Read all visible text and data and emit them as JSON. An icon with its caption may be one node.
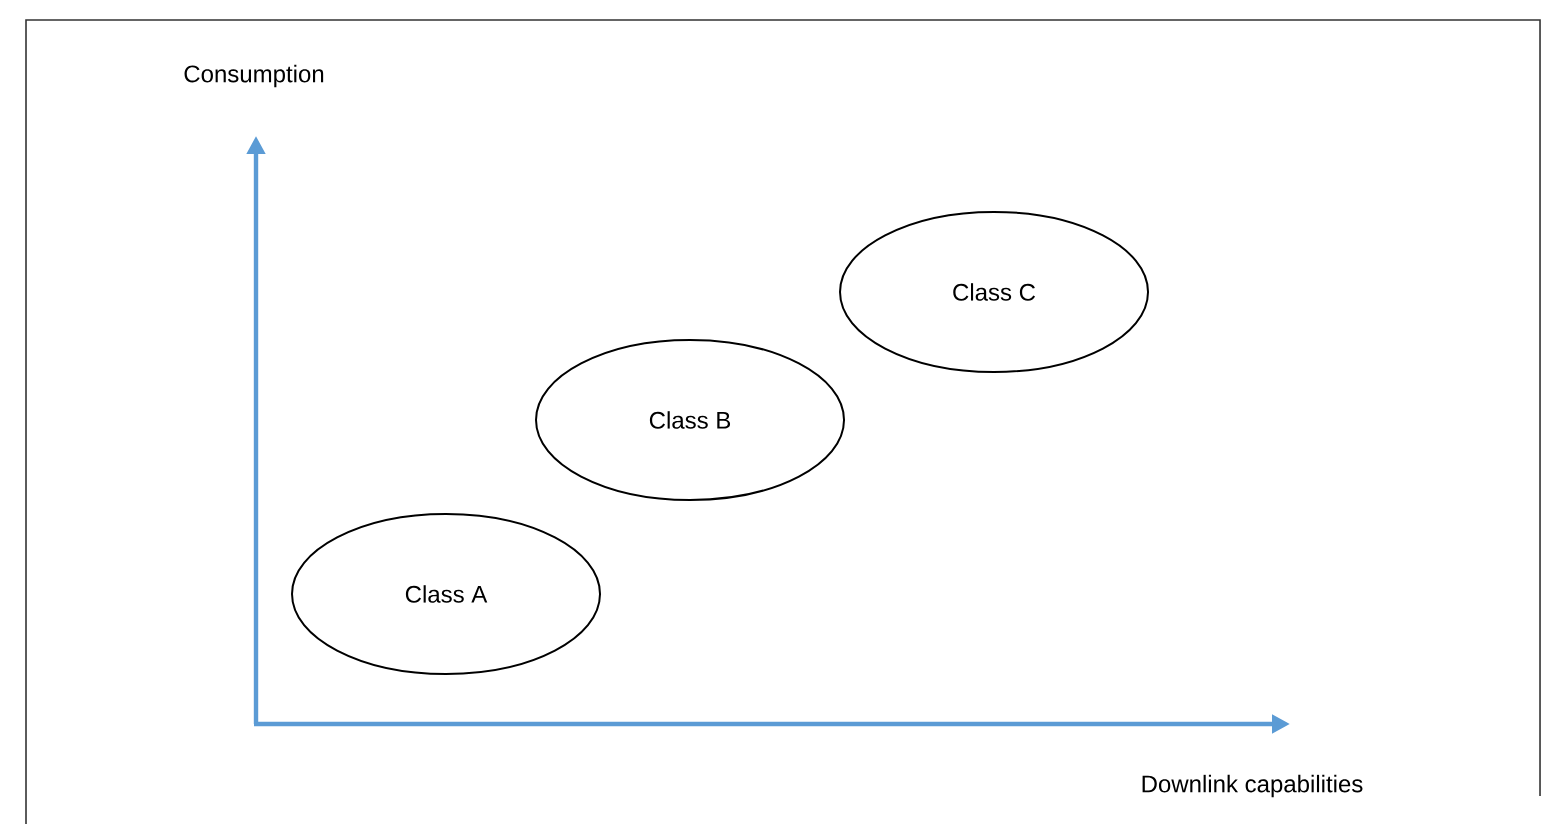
{
  "diagram": {
    "nodes": [
      {
        "text": [
          "Class A"
        ]
      },
      {
        "text": [
          "Class B"
        ]
      },
      {
        "text": [
          "Class C"
        ]
      }
    ],
    "labels": [
      "Consumption",
      "Downlink capabilities"
    ]
  }
}
